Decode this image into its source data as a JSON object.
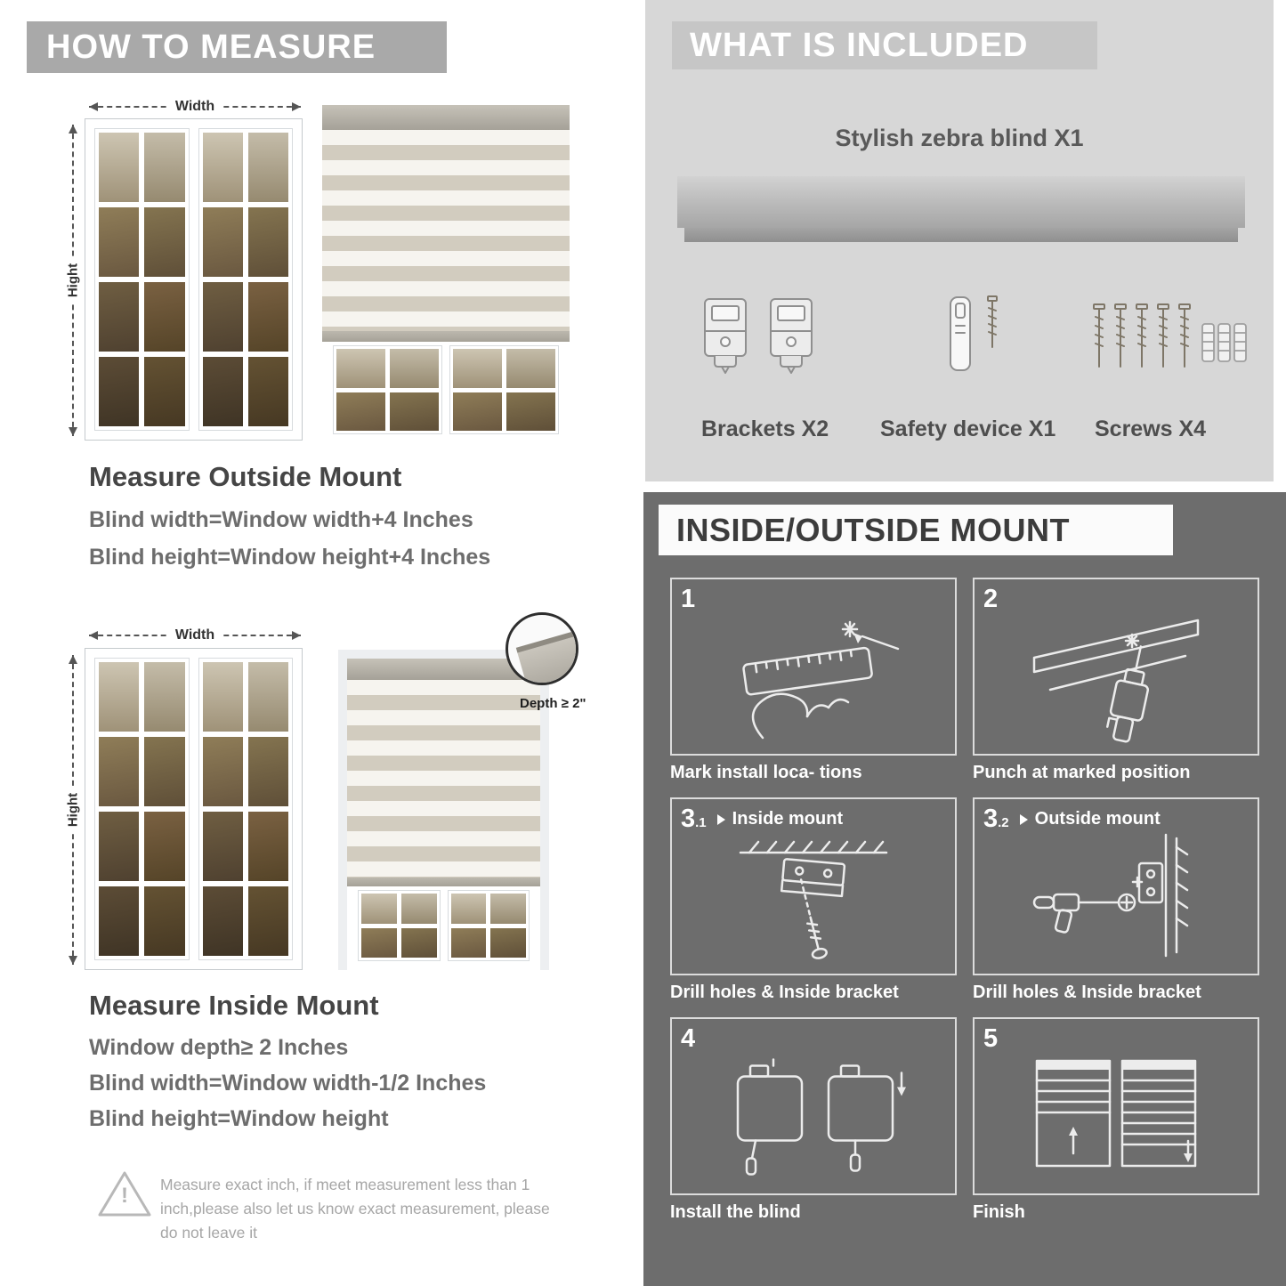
{
  "how_to_measure": {
    "header": "HOW TO MEASURE",
    "width_label": "Width",
    "height_label": "Hight",
    "outside": {
      "title": "Measure Outside Mount",
      "lines": [
        "Blind width=Window width+4 Inches",
        "Blind height=Window height+4 Inches"
      ]
    },
    "inside": {
      "depth_note": "Depth ≥ 2\"",
      "title": "Measure Inside Mount",
      "lines": [
        "Window depth≥ 2 Inches",
        "Blind width=Window width-1/2 Inches",
        "Blind height=Window height"
      ]
    },
    "warning": {
      "mark": "!",
      "text": "Measure exact inch, if meet measurement less than 1 inch,please also let us know exact measurement, please do not leave it"
    }
  },
  "included": {
    "header": "WHAT IS INCLUDED",
    "product_label": "Stylish zebra blind X1",
    "items": [
      {
        "label": "Brackets X2"
      },
      {
        "label": "Safety device X1"
      },
      {
        "label": "Screws X4"
      }
    ]
  },
  "mount_guide": {
    "header": "INSIDE/OUTSIDE MOUNT",
    "steps": [
      {
        "num": "1",
        "sub": "",
        "badge": "",
        "caption": "Mark install loca- tions"
      },
      {
        "num": "2",
        "sub": "",
        "badge": "",
        "caption": "Punch at  marked position"
      },
      {
        "num": "3",
        "sub": ".1",
        "badge": "Inside mount",
        "caption": "Drill holes &  Inside bracket"
      },
      {
        "num": "3",
        "sub": ".2",
        "badge": "Outside mount",
        "caption": "Drill holes &  Inside bracket"
      },
      {
        "num": "4",
        "sub": "",
        "badge": "",
        "caption": "Install the blind"
      },
      {
        "num": "5",
        "sub": "",
        "badge": "",
        "caption": "Finish"
      }
    ]
  }
}
